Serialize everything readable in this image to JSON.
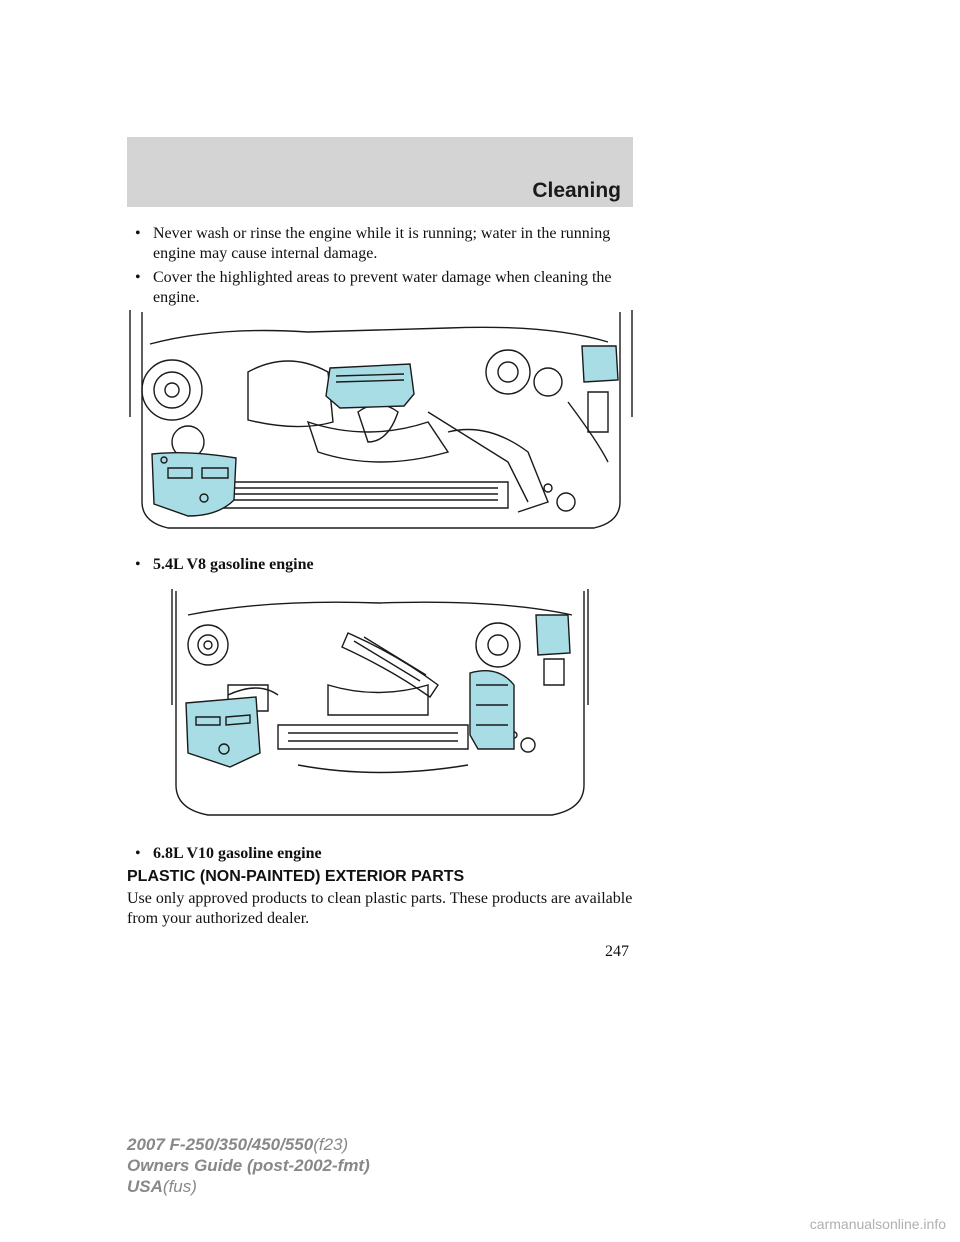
{
  "header": {
    "section_title": "Cleaning"
  },
  "bullets": [
    "Never wash or rinse the engine while it is running; water in the running engine may cause internal damage.",
    "Cover the highlighted areas to prevent water damage when cleaning the engine."
  ],
  "figures": [
    {
      "caption": "5.4L V8 gasoline engine"
    },
    {
      "caption": "6.8L V10 gasoline engine"
    }
  ],
  "section": {
    "heading": "PLASTIC (NON-PAINTED) EXTERIOR PARTS",
    "paragraph": "Use only approved products to clean plastic parts. These products are available from your authorized dealer."
  },
  "page_number": "247",
  "footer": {
    "line1_bold": "2007 F-250/350/450/550",
    "line1_code": "(f23)",
    "line2": "Owners Guide (post-2002-fmt)",
    "line3_bold": "USA",
    "line3_code": "(fus)"
  },
  "watermark": "carmanualsonline.info",
  "colors": {
    "highlight": "#a8dde6",
    "header_band": "#d4d4d4",
    "footer_text": "#888888"
  }
}
